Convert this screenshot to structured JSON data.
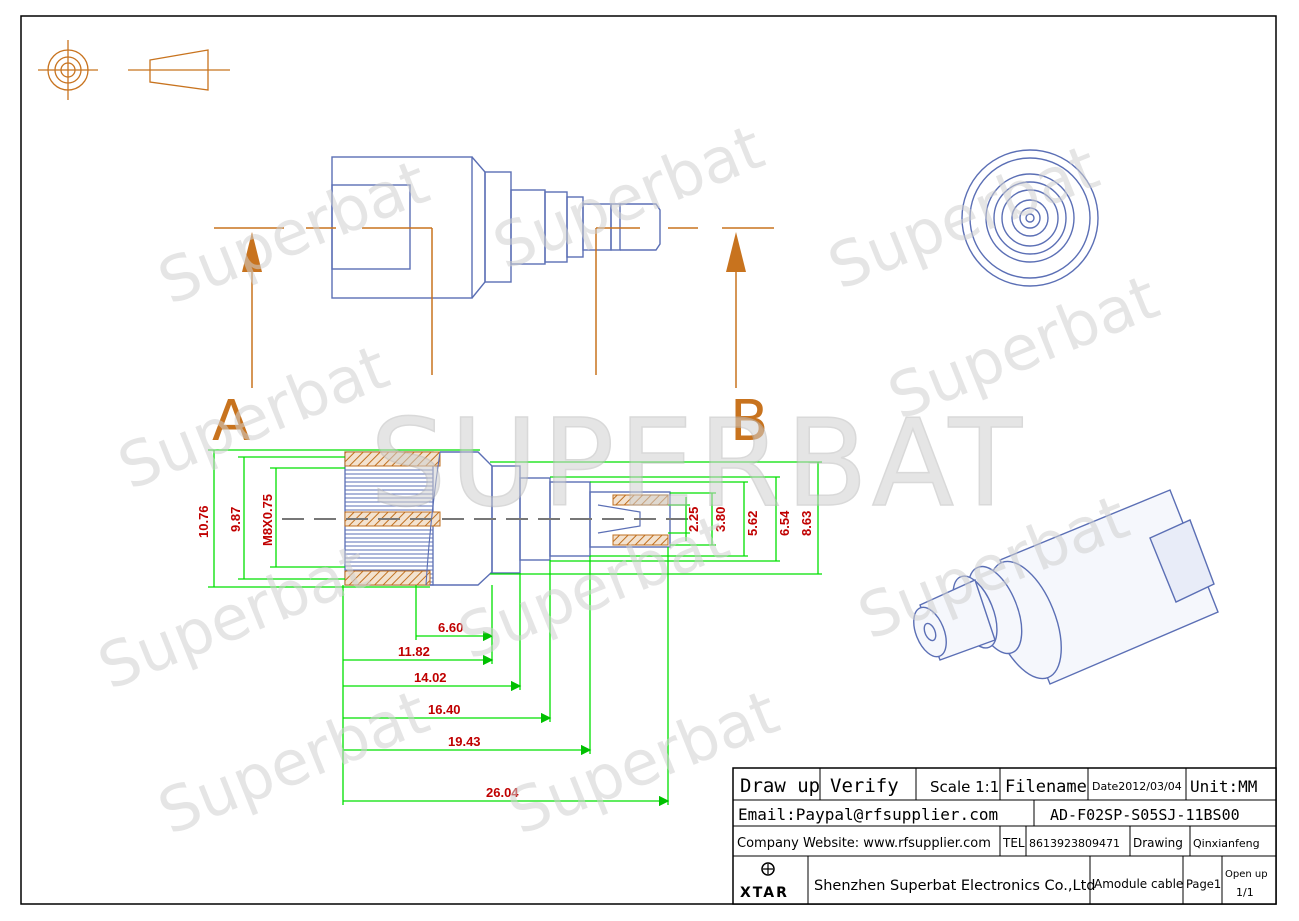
{
  "labels": {
    "section_a": "A",
    "section_b": "B",
    "watermark_main": "SUPERBAT",
    "watermark_small": "Superbat"
  },
  "dimensions": {
    "d_10_76": "10.76",
    "d_9_87": "9.87",
    "thread": "M8X0.75",
    "d_2_25": "2.25",
    "d_3_80": "3.80",
    "d_5_62": "5.62",
    "d_6_54": "6.54",
    "d_8_63": "8.63",
    "l_6_60": "6.60",
    "l_11_82": "11.82",
    "l_14_02": "14.02",
    "l_16_40": "16.40",
    "l_19_43": "19.43",
    "l_26_04": "26.04"
  },
  "title_block": {
    "draw_up": "Draw up",
    "verify": "Verify",
    "scale": "Scale 1:1",
    "filename": "Filename",
    "date": "Date2012/03/04",
    "unit": "Unit:MM",
    "email": "Email:Paypal@rfsupplier.com",
    "part_no": "AD-F02SP-S05SJ-11BS00",
    "website": "Company Website:  www.rfsupplier.com",
    "tel_label": "TEL",
    "tel": "8613923809471",
    "drawing_label": "Drawing",
    "drawer": "Qinxianfeng",
    "logo": "XTAR",
    "company": "Shenzhen Superbat Electronics Co.,Ltd",
    "product": "Amodule cable",
    "page": "Page1",
    "open_up": "Open up",
    "open_up_count": "1/1"
  },
  "colors": {
    "outline": "#5b6fb5",
    "section": "#c8731e",
    "dimension_line": "#00e000",
    "dimension_text": "#c00000",
    "hatch": "#c07020"
  }
}
